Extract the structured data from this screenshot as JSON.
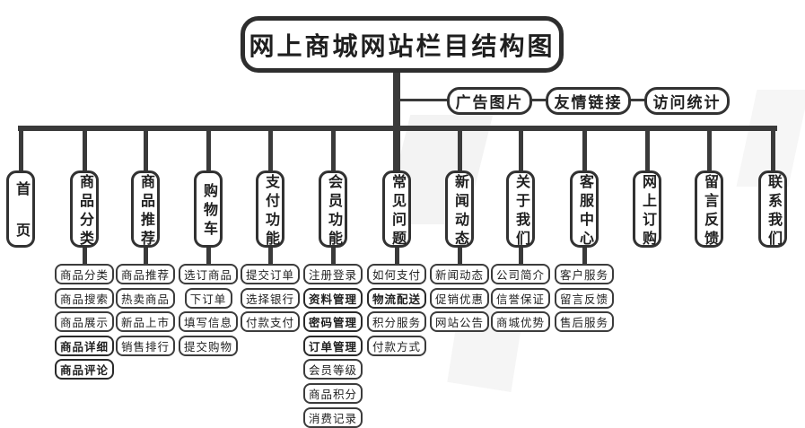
{
  "title": "网上商城网站栏目结构图",
  "top_links": [
    {
      "label": "广告图片"
    },
    {
      "label": "友情链接"
    },
    {
      "label": "访问统计"
    }
  ],
  "columns": [
    {
      "label": "首页",
      "subs": []
    },
    {
      "label": "商品分类",
      "subs": [
        {
          "label": "商品分类",
          "bold": false
        },
        {
          "label": "商品搜索",
          "bold": false
        },
        {
          "label": "商品展示",
          "bold": false
        },
        {
          "label": "商品详细",
          "bold": true
        },
        {
          "label": "商品评论",
          "bold": true
        }
      ]
    },
    {
      "label": "商品推荐",
      "subs": [
        {
          "label": "商品推荐",
          "bold": false
        },
        {
          "label": "热卖商品",
          "bold": false
        },
        {
          "label": "新品上市",
          "bold": false
        },
        {
          "label": "销售排行",
          "bold": false
        }
      ]
    },
    {
      "label": "购物车",
      "subs": [
        {
          "label": "选订商品",
          "bold": false
        },
        {
          "label": "下订单",
          "bold": false
        },
        {
          "label": "填写信息",
          "bold": false
        },
        {
          "label": "提交购物",
          "bold": false
        }
      ]
    },
    {
      "label": "支付功能",
      "subs": [
        {
          "label": "提交订单",
          "bold": false
        },
        {
          "label": "选择银行",
          "bold": false
        },
        {
          "label": "付款支付",
          "bold": false
        }
      ]
    },
    {
      "label": "会员功能",
      "subs": [
        {
          "label": "注册登录",
          "bold": false
        },
        {
          "label": "资料管理",
          "bold": true
        },
        {
          "label": "密码管理",
          "bold": true
        },
        {
          "label": "订单管理",
          "bold": true
        },
        {
          "label": "会员等级",
          "bold": false
        },
        {
          "label": "商品积分",
          "bold": false
        },
        {
          "label": "消费记录",
          "bold": false
        }
      ]
    },
    {
      "label": "常见问题",
      "subs": [
        {
          "label": "如何支付",
          "bold": false
        },
        {
          "label": "物流配送",
          "bold": true
        },
        {
          "label": "积分服务",
          "bold": false
        },
        {
          "label": "付款方式",
          "bold": false
        }
      ]
    },
    {
      "label": "新闻动态",
      "subs": [
        {
          "label": "新闻动态",
          "bold": false
        },
        {
          "label": "促销优惠",
          "bold": false
        },
        {
          "label": "网站公告",
          "bold": false
        }
      ]
    },
    {
      "label": "关于我们",
      "subs": [
        {
          "label": "公司简介",
          "bold": false
        },
        {
          "label": "信誉保证",
          "bold": false
        },
        {
          "label": "商城优势",
          "bold": false
        }
      ]
    },
    {
      "label": "客服中心",
      "subs": [
        {
          "label": "客户服务",
          "bold": false
        },
        {
          "label": "留言反馈",
          "bold": false
        },
        {
          "label": "售后服务",
          "bold": false
        }
      ]
    },
    {
      "label": "网上订购",
      "subs": []
    },
    {
      "label": "留言反馈",
      "subs": []
    },
    {
      "label": "联系我们",
      "subs": []
    }
  ],
  "colors": {
    "line": "#3a3a3a",
    "text": "#1f1f1f",
    "box_background": "#ffffff"
  }
}
